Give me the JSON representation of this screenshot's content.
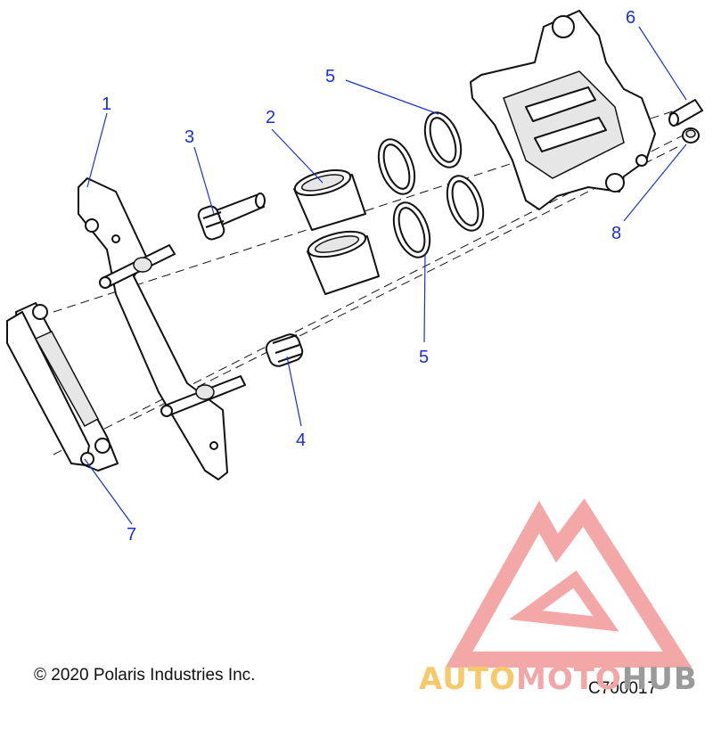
{
  "callouts": [
    {
      "id": "1",
      "text": "1"
    },
    {
      "id": "2",
      "text": "2"
    },
    {
      "id": "3",
      "text": "3"
    },
    {
      "id": "4",
      "text": "4"
    },
    {
      "id": "5a",
      "text": "5"
    },
    {
      "id": "5b",
      "text": "5"
    },
    {
      "id": "6",
      "text": "6"
    },
    {
      "id": "7",
      "text": "7"
    },
    {
      "id": "8",
      "text": "8"
    }
  ],
  "footer": {
    "copyright": "© 2020 Polaris Industries Inc.",
    "figure_code": "C700017"
  },
  "watermark": {
    "part1": "AUTO",
    "part2": "MOTO",
    "part3": "HUB",
    "colors": {
      "logo": "#f08a8a",
      "auto": "#f7c96a",
      "moto": "#f3a6a6",
      "hub": "#9a9a9a"
    }
  },
  "colors": {
    "callout": "#1a2fd6",
    "line": "#111111"
  }
}
